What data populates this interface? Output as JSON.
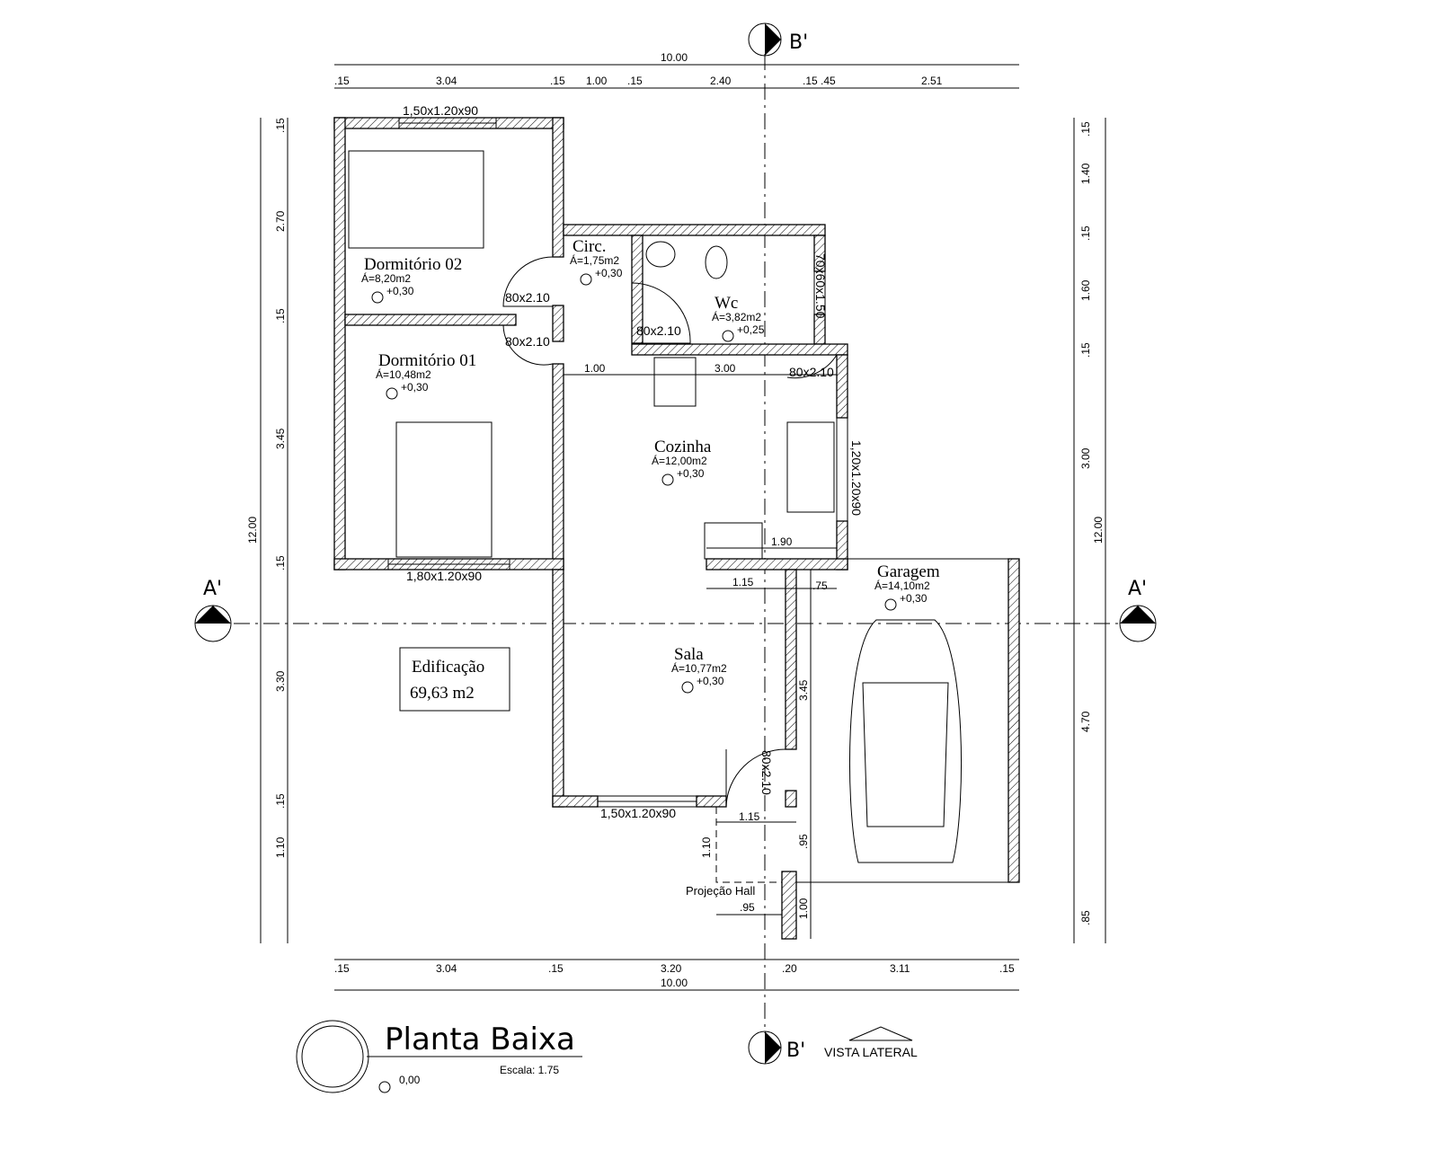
{
  "title": "Planta Baixa",
  "scale": "Escala: 1.75",
  "level": "0,00",
  "side_view": "VISTA LATERAL",
  "section_a": "A'",
  "section_b": "B'",
  "building": {
    "label": "Edificação",
    "area": "69,63 m2"
  },
  "hall": "Projeção Hall",
  "rooms": [
    {
      "name": "Dormitório 02",
      "area": "Á=8,20m2",
      "level": "+0,30"
    },
    {
      "name": "Dormitório 01",
      "area": "Á=10,48m2",
      "level": "+0,30"
    },
    {
      "name": "Circ.",
      "area": "Á=1,75m2",
      "level": "+0,30"
    },
    {
      "name": "Wc",
      "area": "Á=3,82m2",
      "level": "+0,25"
    },
    {
      "name": "Cozinha",
      "area": "Á=12,00m2",
      "level": "+0,30"
    },
    {
      "name": "Sala",
      "area": "Á=10,77m2",
      "level": "+0,30"
    },
    {
      "name": "Garagem",
      "area": "Á=14,10m2",
      "level": "+0,30"
    }
  ],
  "dims": {
    "top_total": "10.00",
    "top": [
      ".15",
      "3.04",
      ".15",
      "1.00",
      ".15",
      "2.40",
      ".15",
      ".45",
      "2.51"
    ],
    "bottom_total": "10.00",
    "bottom": [
      ".15",
      "3.04",
      ".15",
      "3.20",
      ".20",
      "3.11",
      ".15"
    ],
    "left_total": "12.00",
    "left": [
      ".15",
      "2.70",
      ".15",
      "3.45",
      ".15",
      "3.30",
      ".15",
      "1.10"
    ],
    "right_total": "12.00",
    "right": [
      ".15",
      "1.40",
      ".15",
      "1.60",
      ".15",
      "3.00",
      "4.70",
      ".85"
    ],
    "interior": [
      "1.00",
      "3.00",
      "1.90",
      "1.15",
      ".75",
      "3.45",
      "1.15",
      "1.10",
      ".95",
      ".95",
      "1.00"
    ]
  },
  "openings": [
    "1,50x1.20x90",
    "80x2.10",
    "80x2.10",
    "80x2.10",
    "70x60x1.50",
    "80x2.10",
    "1,20x1.20x90",
    "1,80x1.20x90",
    "1,50x1.20x90",
    "80x2.10"
  ]
}
